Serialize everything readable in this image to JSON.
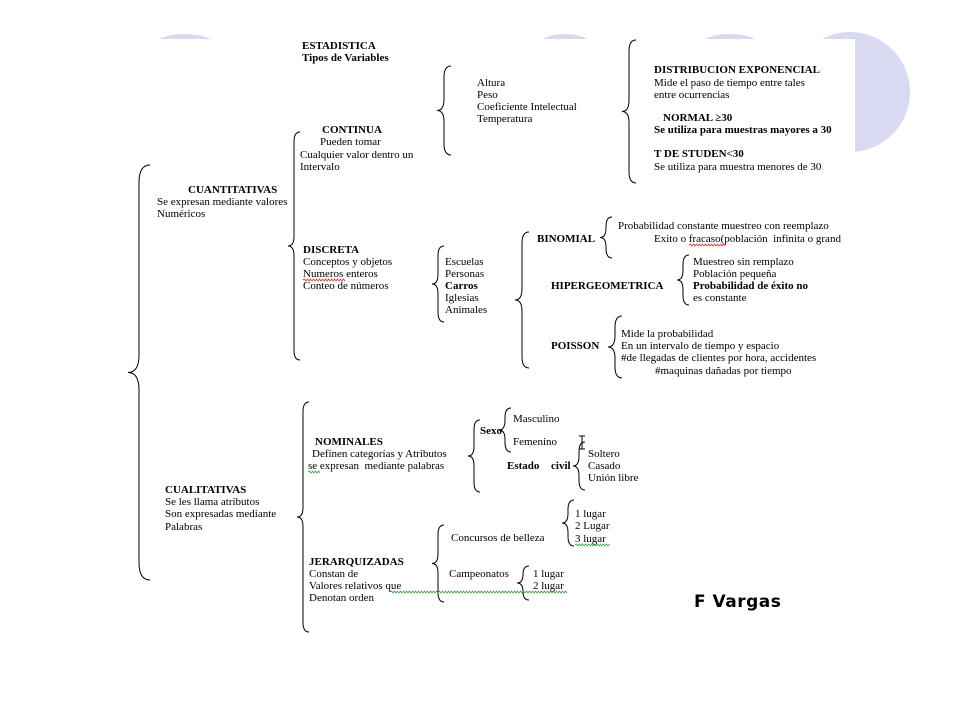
{
  "colors": {
    "background": "#ffffff",
    "decoration": "#d9d9f1",
    "text": "#000000",
    "spelling_underline": "#d42a2a",
    "grammar_underline": "#2f9e3a"
  },
  "title": {
    "main": "ESTADISTICA",
    "subtitle": "Tipos de Variables"
  },
  "cuantitativas": {
    "heading": "CUANTITATIVAS",
    "description": [
      "Se expresan mediante valores",
      "Numéricos"
    ],
    "continua": {
      "heading": "CONTINUA",
      "description": [
        "Pueden tomar",
        "Cualquier valor dentro un",
        "Intervalo"
      ],
      "examples": [
        "Altura",
        "Peso",
        "Coeficiente Intelectual",
        "Temperatura"
      ],
      "distributions": {
        "exponencial": {
          "heading": "DISTRIBUCION EXPONENCIAL",
          "description": [
            "Mide el paso de tiempo entre tales",
            "entre ocurrencias"
          ]
        },
        "normal": {
          "heading": "NORMAL ≥30",
          "description": [
            "Se utiliza para muestras mayores a 30"
          ]
        },
        "t_student": {
          "heading": "T DE STUDEN<30",
          "description": [
            "Se utiliza para muestra menores de 30"
          ]
        }
      }
    },
    "discreta": {
      "heading": "DISCRETA",
      "description": [
        "Conceptos y objetos",
        "Numeros enteros",
        "Conteo de números"
      ],
      "examples": [
        "Escuelas",
        "Personas",
        "Carros",
        "Iglesias",
        "Animales"
      ],
      "distributions": {
        "binomial": {
          "heading": "BINOMIAL",
          "description": [
            "Probabilidad constante muestreo con reemplazo",
            "Exito o fracaso(población  infinita o grand"
          ]
        },
        "hipergeometrica": {
          "heading": "HIPERGEOMETRICA",
          "description": [
            "Muestreo sin remplazo",
            "Población pequeña",
            "Probabilidad de éxito no",
            "es constante"
          ]
        },
        "poisson": {
          "heading": "POISSON",
          "description": [
            "Mide la probabilidad",
            "En un intervalo de tiempo y espacio",
            "#de llegadas de clientes por hora, accidentes",
            "#maquinas dañadas por tiempo"
          ]
        }
      }
    }
  },
  "cualitativas": {
    "heading": "CUALITATIVAS",
    "description": [
      "Se les llama atributos",
      "Son expresadas mediante",
      "Palabras"
    ],
    "nominales": {
      "heading": "NOMINALES",
      "description": [
        "Definen categorías y Atributos",
        "se expresan  mediante palabras"
      ],
      "sexo": {
        "label": "Sexo",
        "options": [
          "Masculino",
          "Femenino"
        ]
      },
      "estado_civil": {
        "label": [
          "Estado",
          "civil"
        ],
        "options": [
          "Soltero",
          "Casado",
          "Unión libre"
        ]
      }
    },
    "jerarquizadas": {
      "heading": "JERARQUIZADAS",
      "description": [
        "Constan de",
        "Valores relativos que",
        "Denotan orden"
      ],
      "concursos": {
        "label": "Concursos de belleza",
        "ranks": [
          "1 lugar",
          "2 Lugar",
          "3 lugar"
        ]
      },
      "campeonatos": {
        "label": "Campeonatos",
        "ranks": [
          "1 lugar",
          "2 lugar"
        ]
      }
    }
  },
  "author": "F Vargas"
}
